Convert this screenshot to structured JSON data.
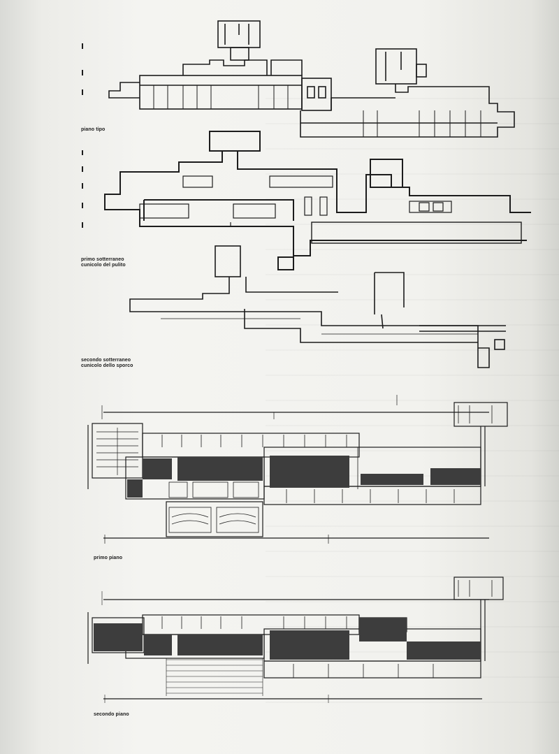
{
  "captions": {
    "piano_tipo": "piano tipo",
    "primo_sotterraneo_1": "primo sotterraneo",
    "primo_sotterraneo_2": "cunicolo del pulito",
    "secondo_sotterraneo_1": "secondo sotterraneo",
    "secondo_sotterraneo_2": "cunicolo dello sporco",
    "primo_piano": "primo piano",
    "secondo_piano": "secondo piano"
  },
  "colors": {
    "ink": "#1c1c1c",
    "fill": "#3d3d3d",
    "paper": "#f2f2ee"
  }
}
